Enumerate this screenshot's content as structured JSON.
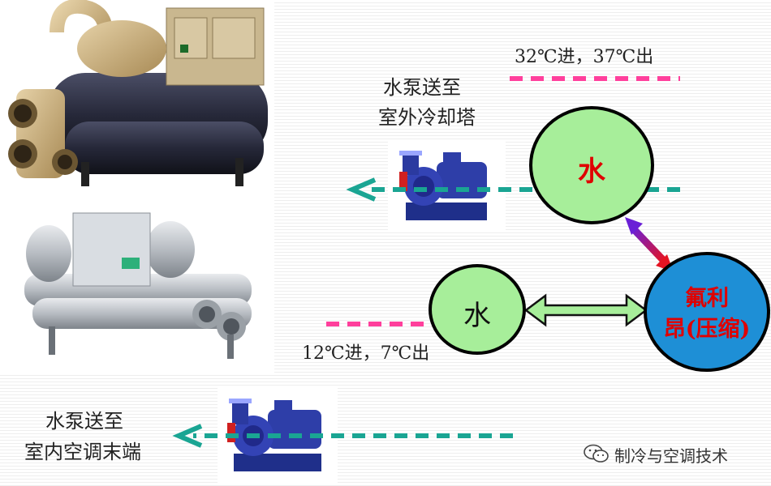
{
  "cooling_tower_flow": {
    "temperature_label": "32℃进，37℃出",
    "destination_line1": "水泵送至",
    "destination_line2": "室外冷却塔"
  },
  "chilled_water_flow": {
    "temperature_label": "12℃进，7℃出",
    "destination_line1": "水泵送至",
    "destination_line2": "室内空调末端"
  },
  "nodes": {
    "condenser_water": "水",
    "evaporator_water": "水",
    "refrigerant_line1": "氟利",
    "refrigerant_line2": "昂(压缩)"
  },
  "watermark": "制冷与空调技术",
  "colors": {
    "node_fill": "#a7ee9a",
    "refrigerant_fill": "#1e8fd6",
    "node_text_red": "#e00000",
    "flow_pink": "#ff3f9c",
    "flow_green": "#1aa593",
    "flow_yellow": "#f3e600",
    "arrow_purple": "#7a1fd1",
    "arrow_red": "#e51422"
  }
}
